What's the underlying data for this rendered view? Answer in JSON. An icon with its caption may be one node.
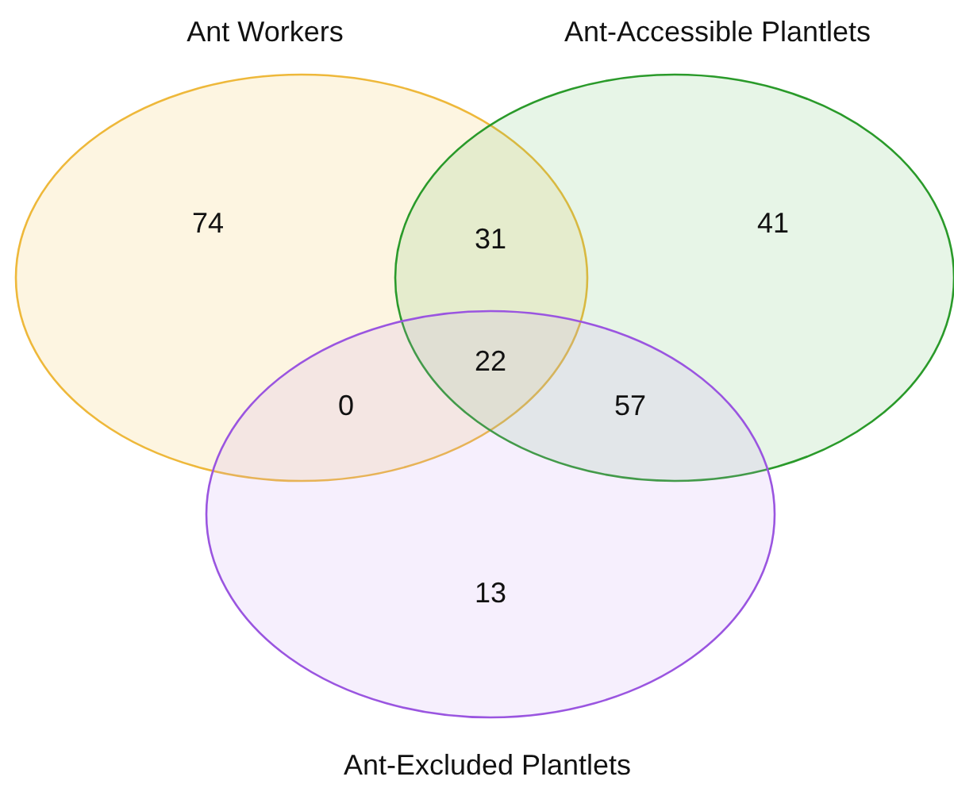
{
  "diagram": {
    "nodes": [
      {
        "text": [
          "Ant Workers"
        ]
      },
      {
        "text": [
          "Ant-Accessible Plantlets"
        ]
      },
      {
        "text": [
          "Ant-Excluded Plantlets"
        ]
      }
    ],
    "labels": [
      "74",
      "31",
      "41",
      "22",
      "0",
      "57",
      "13"
    ]
  }
}
